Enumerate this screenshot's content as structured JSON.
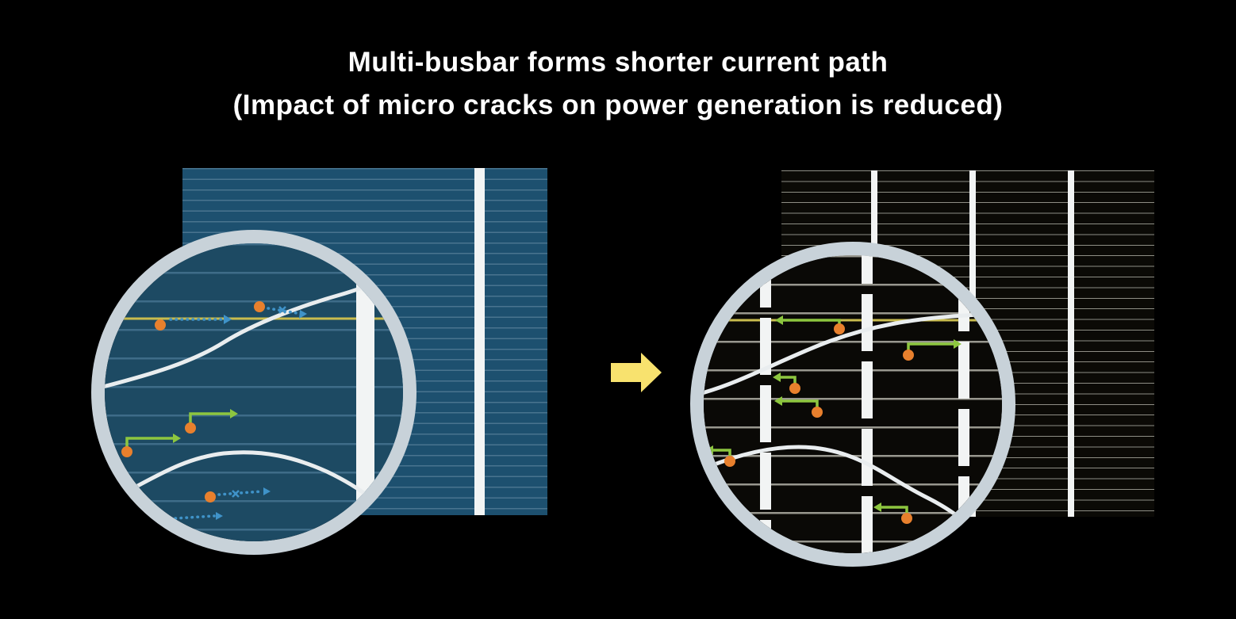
{
  "title": {
    "line1": "Multi-busbar forms shorter current path",
    "line2": "(Impact of micro cracks on power generation is reduced)"
  },
  "icons": {
    "transition_arrow": "block-arrow-right",
    "long_current_path": "dotted-arrow",
    "short_current_path": "elbow-arrow",
    "crack_break_marker": "x-cross",
    "electron": "dot"
  },
  "colors": {
    "background": "#000000",
    "title_text": "#ffffff",
    "cell_blue": "#1d506f",
    "cell_blue_line": "#49748f",
    "magnifier_blue": "#1d4a63",
    "magnifier_blue_line": "#3e6c88",
    "cell_black": "#0b0a06",
    "cell_black_line": "#8e8e85",
    "magnifier_black": "#0a0906",
    "magnifier_black_line": "#98978e",
    "ring": "#c8d2d9",
    "busbar": "#f2f4f4",
    "yellow_line": "#c9bc4e",
    "arrow_yellow": "#f8e26e",
    "orange": "#e8802d",
    "blue_arrow": "#3f93c9",
    "green_arrow": "#8dc63f",
    "crack": "#e9edef"
  }
}
